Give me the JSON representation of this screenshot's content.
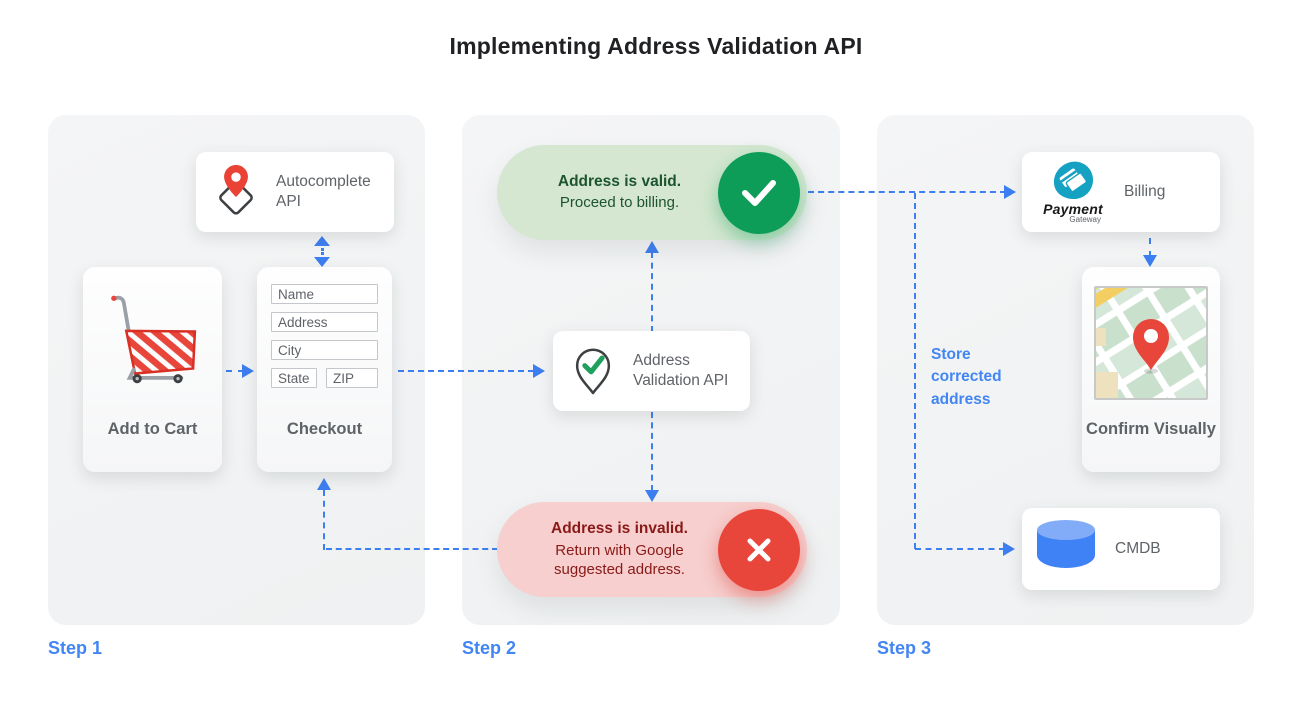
{
  "title": "Implementing Address Validation API",
  "steps": {
    "step1": "Step 1",
    "step2": "Step 2",
    "step3": "Step 3"
  },
  "step1": {
    "autocomplete": {
      "label": "Autocomplete API",
      "icon": "map-pin-diamond-icon"
    },
    "add_to_cart": {
      "label": "Add to Cart",
      "icon": "shopping-cart-icon"
    },
    "checkout": {
      "label": "Checkout",
      "fields": {
        "name": "Name",
        "address": "Address",
        "city": "City",
        "state": "State",
        "zip": "ZIP"
      }
    }
  },
  "step2": {
    "valid": {
      "title": "Address is valid.",
      "subtitle": "Proceed to billing.",
      "icon": "check-circle-icon"
    },
    "validation_api": {
      "label": "Address Validation API",
      "icon": "map-pin-check-icon"
    },
    "invalid": {
      "title": "Address is invalid.",
      "subtitle": "Return with Google suggested address.",
      "icon": "x-circle-icon"
    }
  },
  "step3": {
    "billing": {
      "label": "Billing",
      "logo_title": "Payment",
      "logo_subtitle": "Gateway",
      "icon": "payment-gateway-logo"
    },
    "confirm": {
      "label": "Confirm Visually",
      "icon": "map-thumbnail"
    },
    "cmdb": {
      "label": "CMDB",
      "icon": "database-icon"
    },
    "store_note": "Store corrected address"
  },
  "colors": {
    "arrow_blue": "#3D7EF0",
    "step_blue": "#4285F4",
    "valid_bg": "#D5E7D1",
    "valid_text": "#1D5430",
    "valid_circle": "#0E9D58",
    "invalid_bg": "#F6CFCE",
    "invalid_text": "#8A1A18",
    "invalid_circle": "#E8453B",
    "cmdb_blue": "#3E82F5",
    "gateway_teal": "#15A1C1",
    "pin_red": "#EA4335"
  }
}
